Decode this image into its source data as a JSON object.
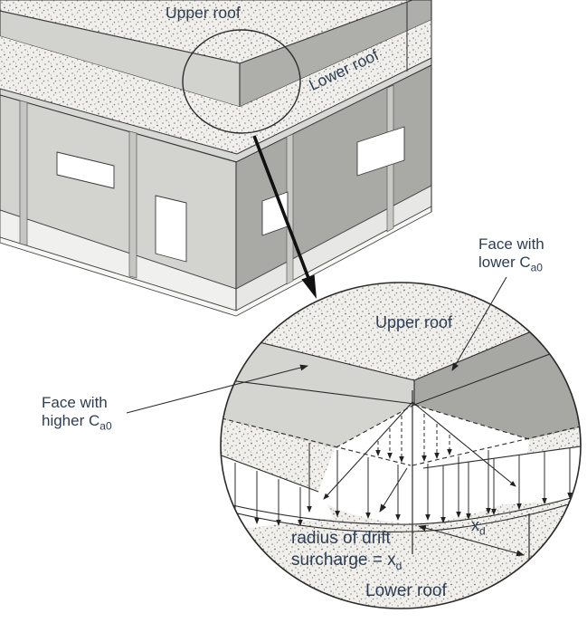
{
  "figure": {
    "type": "isometric building corner with snow-drift detail circle",
    "building": {
      "upper_roof_label": "Upper roof",
      "lower_roof_label": "Lower roof"
    },
    "callouts": {
      "face_lower": {
        "line1": "Face with",
        "line2": "lower C",
        "sub": "a0"
      },
      "face_higher": {
        "line1": "Face with",
        "line2": "higher C",
        "sub": "a0"
      }
    },
    "detail": {
      "upper_roof_label": "Upper roof",
      "lower_roof_label": "Lower roof",
      "radius_line1": "radius of drift",
      "radius_line2": "surcharge = x",
      "radius_sub": "d",
      "xd": "x",
      "xd_sub": "d"
    },
    "colors": {
      "label_text": "#2e3e52",
      "line": "#2f2f2f",
      "face_light": "#d3d3cf",
      "face_dark": "#a9a9a5",
      "fascia_light": "#d2d2ce",
      "fascia_dark": "#aeaeaa",
      "base_band": "#f0f0ee",
      "stipple_bg": "#f0efec",
      "stipple_dot": "#82827e",
      "white_drift": "#ffffff"
    }
  }
}
